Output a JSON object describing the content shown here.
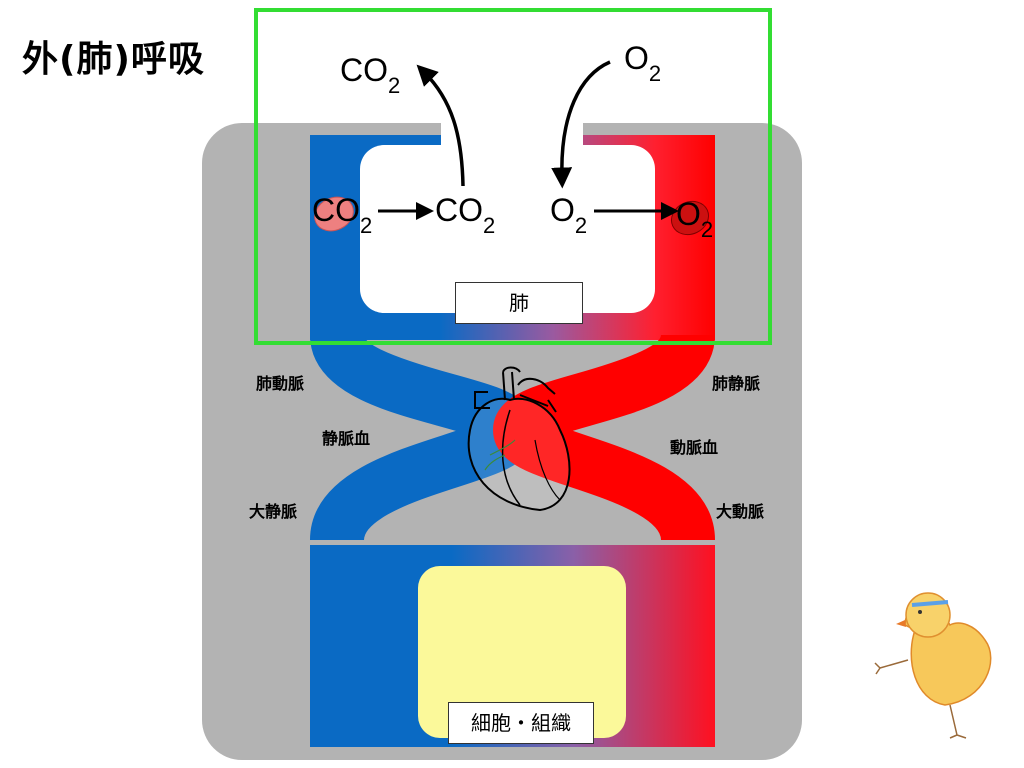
{
  "title": "外(肺)呼吸",
  "gases": {
    "co2_out": {
      "base": "CO",
      "sub": "2"
    },
    "o2_in": {
      "base": "O",
      "sub": "2"
    },
    "co2_blood": {
      "base": "CO",
      "sub": "2"
    },
    "co2_alveolus": {
      "base": "CO",
      "sub": "2"
    },
    "o2_alveolus": {
      "base": "O",
      "sub": "2"
    },
    "o2_blood": {
      "base": "O",
      "sub": "2"
    }
  },
  "labels": {
    "lung": "肺",
    "cells": "細胞・組織",
    "pulmonary_artery": "肺動脈",
    "venous_blood": "静脈血",
    "vena_cava": "大静脈",
    "pulmonary_vein": "肺静脈",
    "arterial_blood": "動脈血",
    "aorta": "大動脈"
  },
  "colors": {
    "venous": "#0a6ac4",
    "arterial": "#ff0000",
    "mix": "#9a5aa0",
    "background_panel": "#b3b3b3",
    "lung_space": "#ffffff",
    "cell_space": "#fbf99a",
    "highlight_frame": "#33dd33",
    "co2_marker": "#ee8080",
    "o2_marker": "#cc1010"
  },
  "icons": {
    "heart": "heart-outline-icon",
    "chick": "chick-mascot-icon"
  }
}
